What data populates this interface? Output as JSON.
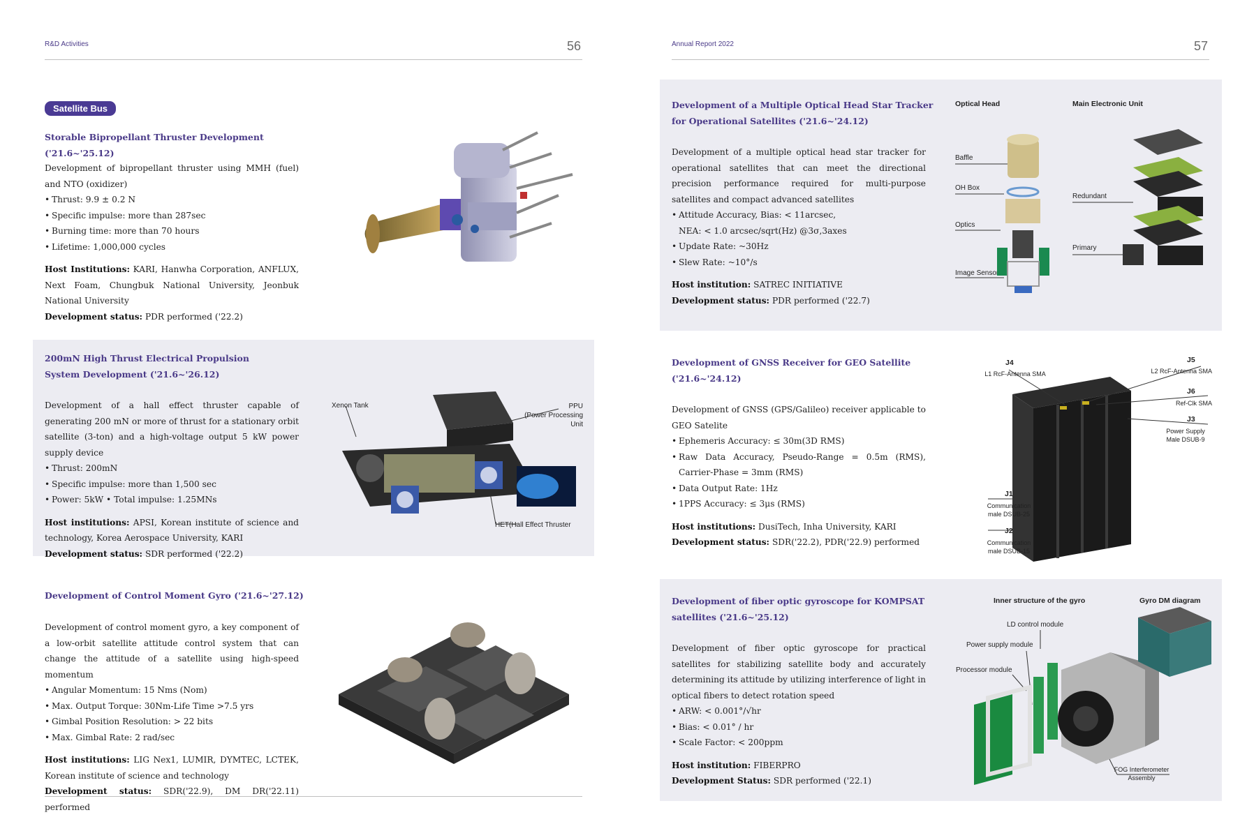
{
  "header": {
    "left_running": "R&D Activities",
    "left_page": "56",
    "right_running": "Annual Report 2022",
    "right_page": "57"
  },
  "badge": "Satellite Bus",
  "sections": {
    "thruster": {
      "title": "Storable Bipropellant Thruster Development ('21.6~'25.12)",
      "intro": "Development of bipropellant thruster using MMH (fuel) and NTO (oxidizer)",
      "bullets": [
        "Thrust: 9.9 ± 0.2 N",
        "Specific impulse: more than 287sec",
        "Burning time: more than 70 hours",
        "Lifetime: 1,000,000 cycles"
      ],
      "host_label": "Host Institutions:",
      "host": "KARI, Hanwha Corporation, ANFLUX, Next Foam, Chungbuk National University, Jeonbuk National University",
      "status_label": "Development status:",
      "status": "PDR performed ('22.2)"
    },
    "hallthruster": {
      "title": "200mN High Thrust Electrical Propulsion System Development ('21.6~'26.12)",
      "intro": "Development of a hall effect thruster capable of generating 200 mN or more of thrust for a stationary orbit satellite (3-ton) and a high-voltage output 5 kW power supply device",
      "bullets": [
        "Thrust: 200mN",
        "Specific impulse: more than 1,500 sec",
        "Power: 5kW   • Total impulse: 1.25MNs"
      ],
      "host_label": "Host institutions:",
      "host": "APSI, Korean institute of science and technology, Korea Aerospace University, KARI",
      "status_label": "Development status:",
      "status": "SDR performed ('22.2)",
      "fig_labels": {
        "xenon": "Xenon Tank",
        "ppu_1": "PPU",
        "ppu_2": "(Power Processing",
        "ppu_3": "Unit",
        "het": "HET(Hall Effect Thruster"
      }
    },
    "cmg": {
      "title": "Development of Control Moment Gyro ('21.6~'27.12)",
      "intro": "Development of control moment gyro, a key component of a low-orbit satellite attitude control system that can change the attitude of a satellite using high-speed momentum",
      "bullets": [
        "Angular Momentum: 15 Nms (Nom)",
        "Max. Output Torque: 30Nm-Life Time >7.5 yrs",
        "Gimbal Position Resolution: > 22 bits",
        "Max. Gimbal Rate: 2 rad/sec"
      ],
      "host_label": "Host institutions:",
      "host": "LIG Nex1, LUMIR, DYMTEC, LCTEK, Korean institute of science and technology",
      "status_label": "Development status:",
      "status": "SDR('22.9), DM DR('22.11) performed"
    },
    "startracker": {
      "title": "Development of a Multiple Optical Head Star Tracker for Operational Satellites ('21.6~'24.12)",
      "intro": "Development of a multiple optical head star tracker for operational satellites that can meet the directional precision performance required for multi-purpose satellites and compact advanced satellites",
      "bullet1": "Attitude Accuracy, Bias: < 11arcsec,",
      "bullet1b": "NEA: < 1.0 arcsec/sqrt(Hz) @3σ,3axes",
      "bullets": [
        "Update Rate: ~30Hz",
        "Slew Rate: ~10°/s"
      ],
      "host_label": "Host institution:",
      "host": "SATREC INITIATIVE",
      "status_label": "Development status:",
      "status": "PDR performed ('22.7)",
      "fig_labels": {
        "optical_head": "Optical Head",
        "meu": "Main Electronic Unit",
        "baffle": "Baffle",
        "ohbox": "OH Box",
        "optics": "Optics",
        "sensor": "Image Sensor",
        "redundant": "Redundant",
        "primary": "Primary"
      }
    },
    "gnss": {
      "title": "Development of GNSS Receiver for GEO Satellite ('21.6~'24.12)",
      "intro": "Development of GNSS (GPS/Galileo) receiver applicable to GEO Satelite",
      "bullets": [
        "Ephemeris Accuracy: ≤ 30m(3D RMS)",
        "Raw Data Accuracy, Pseudo-Range = 0.5m (RMS), Carrier-Phase = 3mm (RMS)",
        "Data Output Rate: 1Hz",
        "1PPS Accuracy: ≤ 3μs (RMS)"
      ],
      "host_label": "Host institutions:",
      "host": "DusiTech, Inha University, KARI",
      "status_label": "Development status:",
      "status": "SDR('22.2), PDR('22.9) performed",
      "fig_labels": {
        "j4": "J4",
        "j4d": "L1 RcF-Antenna SMA",
        "j5": "J5",
        "j5d": "L2 RcF-Antenna SMA",
        "j6": "J6",
        "j6d": "Ref-Clk SMA",
        "j3": "J3",
        "j3d1": "Power Supply",
        "j3d2": "Male DSUB-9",
        "j1": "J1",
        "j1d1": "Communication",
        "j1d2": "male DSUB-25",
        "j2": "J2",
        "j2d1": "Communication",
        "j2d2": "male DSUB-15"
      }
    },
    "fog": {
      "title": "Development of fiber optic gyroscope for KOMPSAT satellites ('21.6~'25.12)",
      "intro": "Development of fiber optic gyroscope for practical satellites for stabilizing satellite body and accurately determining its attitude by utilizing interference of light in optical fibers to detect rotation speed",
      "bullets": [
        "ARW: < 0.001°/√hr",
        "Bias: < 0.01° / hr",
        "Scale Factor:  < 200ppm"
      ],
      "host_label": "Host institution:",
      "host": "FIBERPRO",
      "status_label": "Development Status:",
      "status": "SDR performed ('22.1)",
      "fig_labels": {
        "inner": "Inner structure of the gyro",
        "dm": "Gyro DM diagram",
        "ld": "LD control module",
        "psu": "Power supply module",
        "proc": "Processor module",
        "fog1": "FOG Interferometer",
        "fog2": "Assembly"
      }
    }
  }
}
